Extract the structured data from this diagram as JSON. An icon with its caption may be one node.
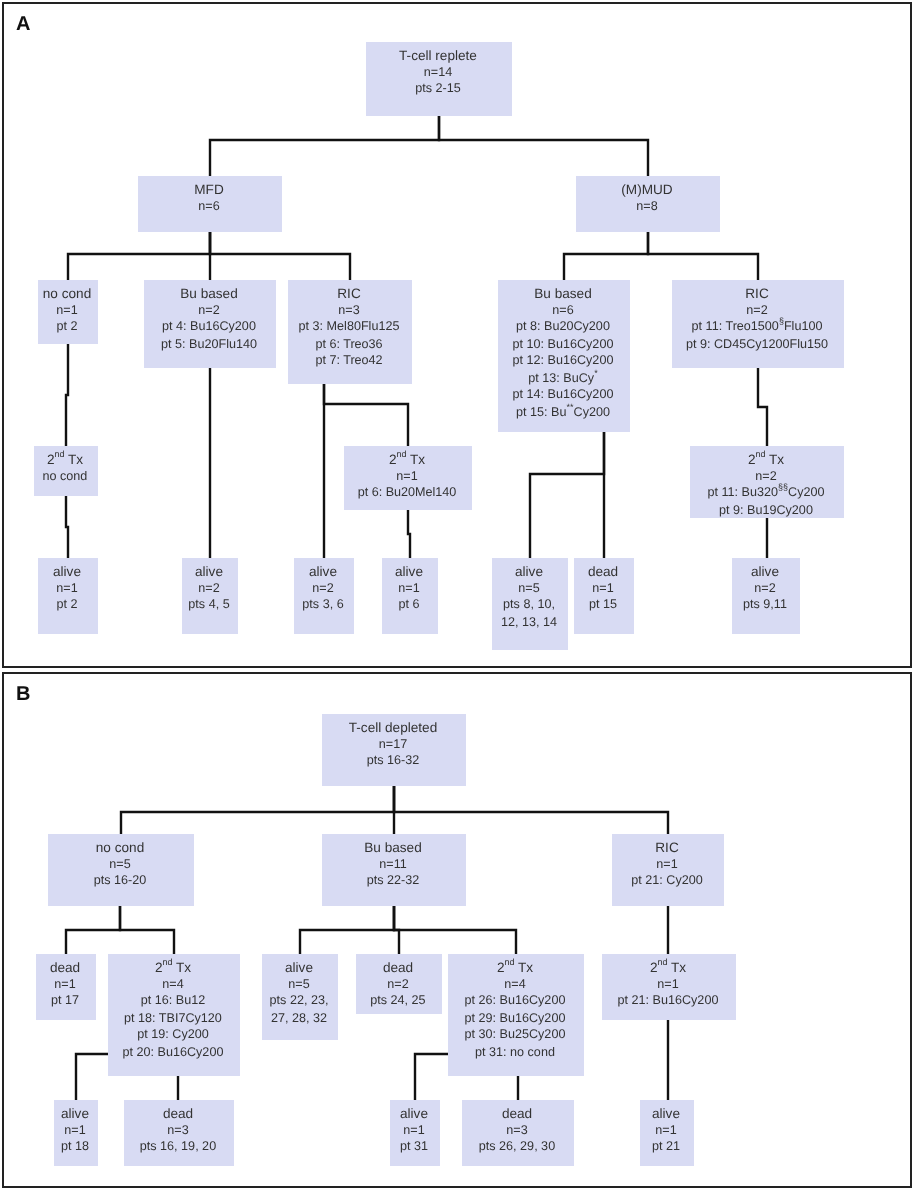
{
  "diagram": {
    "nodes": [
      {
        "text": [
          "A"
        ]
      },
      {
        "text": [
          "T-cell replete",
          "n=14",
          "pts 2-15"
        ],
        "in": 0
      },
      {
        "text": [
          "MFD",
          "n=6"
        ],
        "in": 0
      },
      {
        "text": [
          "(M)MUD",
          "n=8"
        ],
        "in": 0
      },
      {
        "text": [
          "no cond",
          "n=1",
          "pt 2"
        ],
        "in": 0
      },
      {
        "text": [
          "Bu based",
          "n=2",
          "pt 4: Bu16Cy200",
          "pt 5: Bu20Flu140"
        ],
        "in": 0
      },
      {
        "text": [
          "RIC",
          "n=3",
          "pt 3: Mel80Flu125",
          "pt 6: Treo36",
          "pt 7: Treo42"
        ],
        "in": 0
      },
      {
        "text": [
          "Bu based",
          "n=6",
          "pt 8: Bu20Cy200",
          "pt 10: Bu16Cy200",
          "pt 12: Bu16Cy200",
          "pt 13: BuCy$^{*}$",
          "pt 14: Bu16Cy200",
          "pt 15: Bu$^{**}$Cy200"
        ],
        "in": 0
      },
      {
        "text": [
          "RIC",
          "n=2",
          "pt 11: Treo1500$^{§}$Flu100",
          "pt 9: CD45Cy1200Flu150"
        ],
        "in": 0
      },
      {
        "text": [
          "2$^{nd}$ Tx",
          "no cond"
        ],
        "in": 0
      },
      {
        "text": [
          "2$^{nd}$ Tx",
          "n=1",
          "pt 6: Bu20Mel140"
        ],
        "in": 0
      },
      {
        "text": [
          "2$^{nd}$ Tx",
          "n=2",
          "pt 11: Bu320$^{§§}$Cy200",
          "pt 9: Bu19Cy200"
        ],
        "in": 0
      },
      {
        "text": [
          "alive",
          "n=1",
          "pt 2"
        ],
        "in": 0
      },
      {
        "text": [
          "alive",
          "n=2",
          "pts 4, 5"
        ],
        "in": 0
      },
      {
        "text": [
          "alive",
          "n=2",
          "pts 3, 6"
        ],
        "in": 0
      },
      {
        "text": [
          "alive",
          "n=1",
          "pt 6"
        ],
        "in": 0
      },
      {
        "text": [
          "alive",
          "n=5",
          "pts 8, 10, 12, 13, 14"
        ],
        "in": 0
      },
      {
        "text": [
          "dead",
          "n=1",
          "pt 15"
        ],
        "in": 0
      },
      {
        "text": [
          "alive",
          "n=2",
          "pts 9,11"
        ],
        "in": 0
      },
      {
        "text": [
          "B"
        ]
      },
      {
        "text": [
          "T-cell depleted",
          "n=17",
          "pts 16-32"
        ],
        "in": 19
      },
      {
        "text": [
          "no cond",
          "n=5",
          "pts 16-20"
        ],
        "in": 19
      },
      {
        "text": [
          "Bu based",
          "n=11",
          "pts 22-32"
        ],
        "in": 19
      },
      {
        "text": [
          "RIC",
          "n=1",
          "pt 21: Cy200"
        ],
        "in": 19
      },
      {
        "text": [
          "dead",
          "n=1",
          "pt 17"
        ],
        "in": 19
      },
      {
        "text": [
          "2$^{nd}$ Tx",
          "n=4",
          "pt 16: Bu12",
          "pt 18: TBI7Cy120",
          "pt 19: Cy200",
          "pt 20: Bu16Cy200"
        ],
        "in": 19
      },
      {
        "text": [
          "alive",
          "n=5",
          "pts 22, 23, 27, 28, 32"
        ],
        "in": 19
      },
      {
        "text": [
          "dead",
          "n=2",
          "pts 24, 25"
        ],
        "in": 19
      },
      {
        "text": [
          "2$^{nd}$ Tx",
          "n=4",
          "pt 26: Bu16Cy200",
          "pt 29: Bu16Cy200",
          "pt 30: Bu25Cy200",
          "pt 31: no cond"
        ],
        "in": 19
      },
      {
        "text": [
          "2$^{nd}$ Tx",
          "n=1",
          "pt 21: Bu16Cy200"
        ],
        "in": 19
      },
      {
        "text": [
          "alive",
          "n=1",
          "pt 18"
        ],
        "in": 19
      },
      {
        "text": [
          "dead",
          "n=3",
          "pts 16, 19, 20"
        ],
        "in": 19
      },
      {
        "text": [
          "alive",
          "n=1",
          "pt 31"
        ],
        "in": 19
      },
      {
        "text": [
          "dead",
          "n=3",
          "pts 26, 29, 30"
        ],
        "in": 19
      },
      {
        "text": [
          "alive",
          "n=1",
          "pt 21"
        ],
        "in": 19
      }
    ],
    "edges": [
      {
        "from": 1,
        "to": 2,
        "arrow": "none"
      },
      {
        "from": 1,
        "to": 3,
        "arrow": "none"
      },
      {
        "from": 2,
        "to": 4,
        "arrow": "none"
      },
      {
        "from": 2,
        "to": 5,
        "arrow": "none"
      },
      {
        "from": 2,
        "to": 6,
        "arrow": "none"
      },
      {
        "from": 3,
        "to": 7,
        "arrow": "none"
      },
      {
        "from": 3,
        "to": 8,
        "arrow": "none"
      },
      {
        "from": 4,
        "to": 9,
        "arrow": "none"
      },
      {
        "from": 9,
        "to": 12,
        "arrow": "none"
      },
      {
        "from": 5,
        "to": 13,
        "arrow": "none"
      },
      {
        "from": 6,
        "to": 14,
        "arrow": "none"
      },
      {
        "from": 6,
        "to": 10,
        "arrow": "none"
      },
      {
        "from": 10,
        "to": 15,
        "arrow": "none"
      },
      {
        "from": 7,
        "to": 16,
        "arrow": "none"
      },
      {
        "from": 7,
        "to": 17,
        "arrow": "none"
      },
      {
        "from": 8,
        "to": 11,
        "arrow": "none"
      },
      {
        "from": 11,
        "to": 18,
        "arrow": "none"
      },
      {
        "from": 20,
        "to": 21,
        "arrow": "none"
      },
      {
        "from": 20,
        "to": 22,
        "arrow": "none"
      },
      {
        "from": 20,
        "to": 23,
        "arrow": "none"
      },
      {
        "from": 21,
        "to": 24,
        "arrow": "none"
      },
      {
        "from": 21,
        "to": 25,
        "arrow": "none"
      },
      {
        "from": 22,
        "to": 26,
        "arrow": "none"
      },
      {
        "from": 22,
        "to": 27,
        "arrow": "none"
      },
      {
        "from": 22,
        "to": 28,
        "arrow": "none"
      },
      {
        "from": 23,
        "to": 29,
        "arrow": "none"
      },
      {
        "from": 29,
        "to": 34,
        "arrow": "none"
      },
      {
        "from": 25,
        "to": 30,
        "arrow": "none"
      },
      {
        "from": 25,
        "to": 31,
        "arrow": "none"
      },
      {
        "from": 28,
        "to": 32,
        "arrow": "none"
      },
      {
        "from": 28,
        "to": 33,
        "arrow": "none"
      }
    ]
  }
}
